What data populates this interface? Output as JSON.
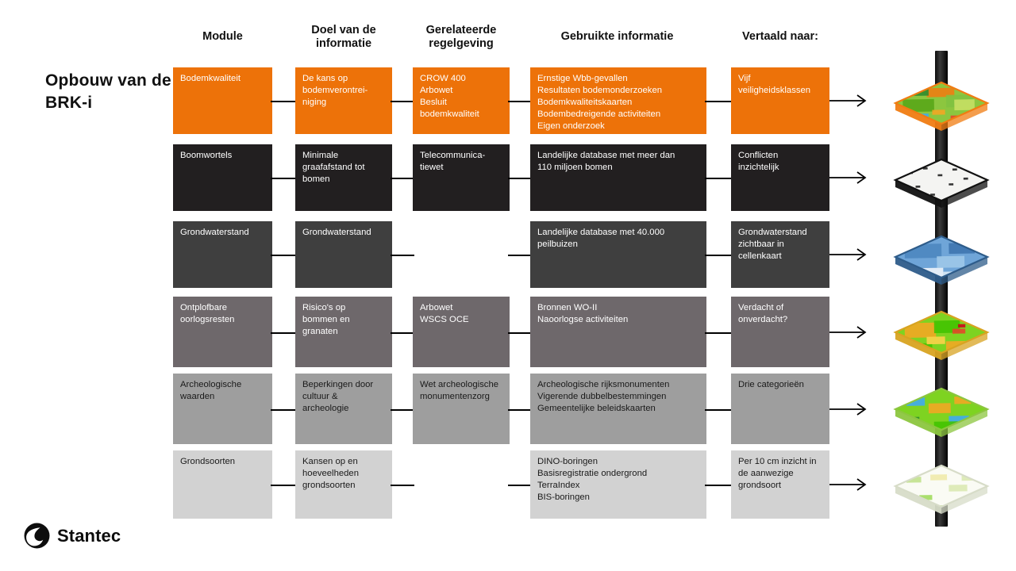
{
  "title": "Opbouw\nvan de\nBRK-i",
  "brand": {
    "name": "Stantec",
    "logo_icon": "stantec-droplet-icon"
  },
  "colors": {
    "accent": "#ED7209",
    "row2": "#221F20",
    "row3": "#3F3F3F",
    "row4": "#6E686B",
    "row5": "#9E9E9E",
    "row6": "#D2D2D2",
    "connector": "#000000",
    "text_light": "#FFFFFF",
    "text_dark": "#1A1A1A"
  },
  "headers": [
    {
      "label": "Module"
    },
    {
      "label": "Doel van de\ninformatie"
    },
    {
      "label": "Gerelateerde\nregelgeving"
    },
    {
      "label": "Gebruikte informatie"
    },
    {
      "label": "Vertaald naar:"
    }
  ],
  "rows": [
    {
      "name": "bodemkwaliteit",
      "fill": "#ED7209",
      "text": "light",
      "map_layer": "bodemkwaliteit-map-layer",
      "cells": {
        "module": "Bodemkwaliteit",
        "doel": "De kans op\nbodemverontrei-\nniging",
        "regelgeving": "CROW 400\nArbowet\nBesluit\nbodemkwaliteit",
        "informatie": "Ernstige Wbb-gevallen\nResultaten bodemonderzoeken\nBodemkwaliteitskaarten\nBodembedreigende activiteiten\nEigen onderzoek",
        "vertaald": "Vijf\nveiligheidsklassen"
      }
    },
    {
      "name": "boomwortels",
      "fill": "#221F20",
      "text": "light",
      "map_layer": "boomwortels-map-layer",
      "cells": {
        "module": "Boomwortels",
        "doel": "Minimale\ngraafafstand tot\nbomen",
        "regelgeving": "Telecommunica-\ntiewet",
        "informatie": "Landelijke database met meer dan\n110 miljoen bomen",
        "vertaald": "Conflicten\ninzichtelijk"
      }
    },
    {
      "name": "grondwaterstand",
      "fill": "#3F3F3F",
      "text": "light",
      "map_layer": "grondwater-map-layer",
      "cells": {
        "module": "Grondwaterstand",
        "doel": "Grondwaterstand",
        "regelgeving": "",
        "informatie": "Landelijke database met 40.000\npeilbuizen",
        "vertaald": "Grondwaterstand\nzichtbaar in\ncellenkaart"
      }
    },
    {
      "name": "ontplofbare-oorlogsresten",
      "fill": "#6E686B",
      "text": "light",
      "map_layer": "oorlogsresten-map-layer",
      "cells": {
        "module": "Ontplofbare\noorlogsresten",
        "doel": "Risico's op\nbommen en\ngranaten",
        "regelgeving": "Arbowet\nWSCS OCE",
        "informatie": "Bronnen WO-II\nNaoorlogse activiteiten",
        "vertaald": "Verdacht of\nonverdacht?"
      }
    },
    {
      "name": "archeologische-waarden",
      "fill": "#9E9E9E",
      "text": "dark",
      "map_layer": "archeologie-map-layer",
      "cells": {
        "module": "Archeologische\nwaarden",
        "doel": "Beperkingen door\ncultuur &\narcheologie",
        "regelgeving": "Wet archeologische\nmonumentenzorg",
        "informatie": "Archeologische rijksmonumenten\nVigerende dubbelbestemmingen\nGemeentelijke beleidskaarten",
        "vertaald": "Drie categorieën"
      }
    },
    {
      "name": "grondsoorten",
      "fill": "#D2D2D2",
      "text": "dark",
      "map_layer": "grondsoorten-map-layer",
      "cells": {
        "module": "Grondsoorten",
        "doel": "Kansen op en\nhoeveelheden\ngrondsoorten",
        "regelgeving": "",
        "informatie": "DINO-boringen\nBasisregistratie ondergrond\nTerraIndex\nBIS-boringen",
        "vertaald": "Per 10 cm inzicht in\nde aanwezige\ngrondsoort"
      }
    }
  ]
}
